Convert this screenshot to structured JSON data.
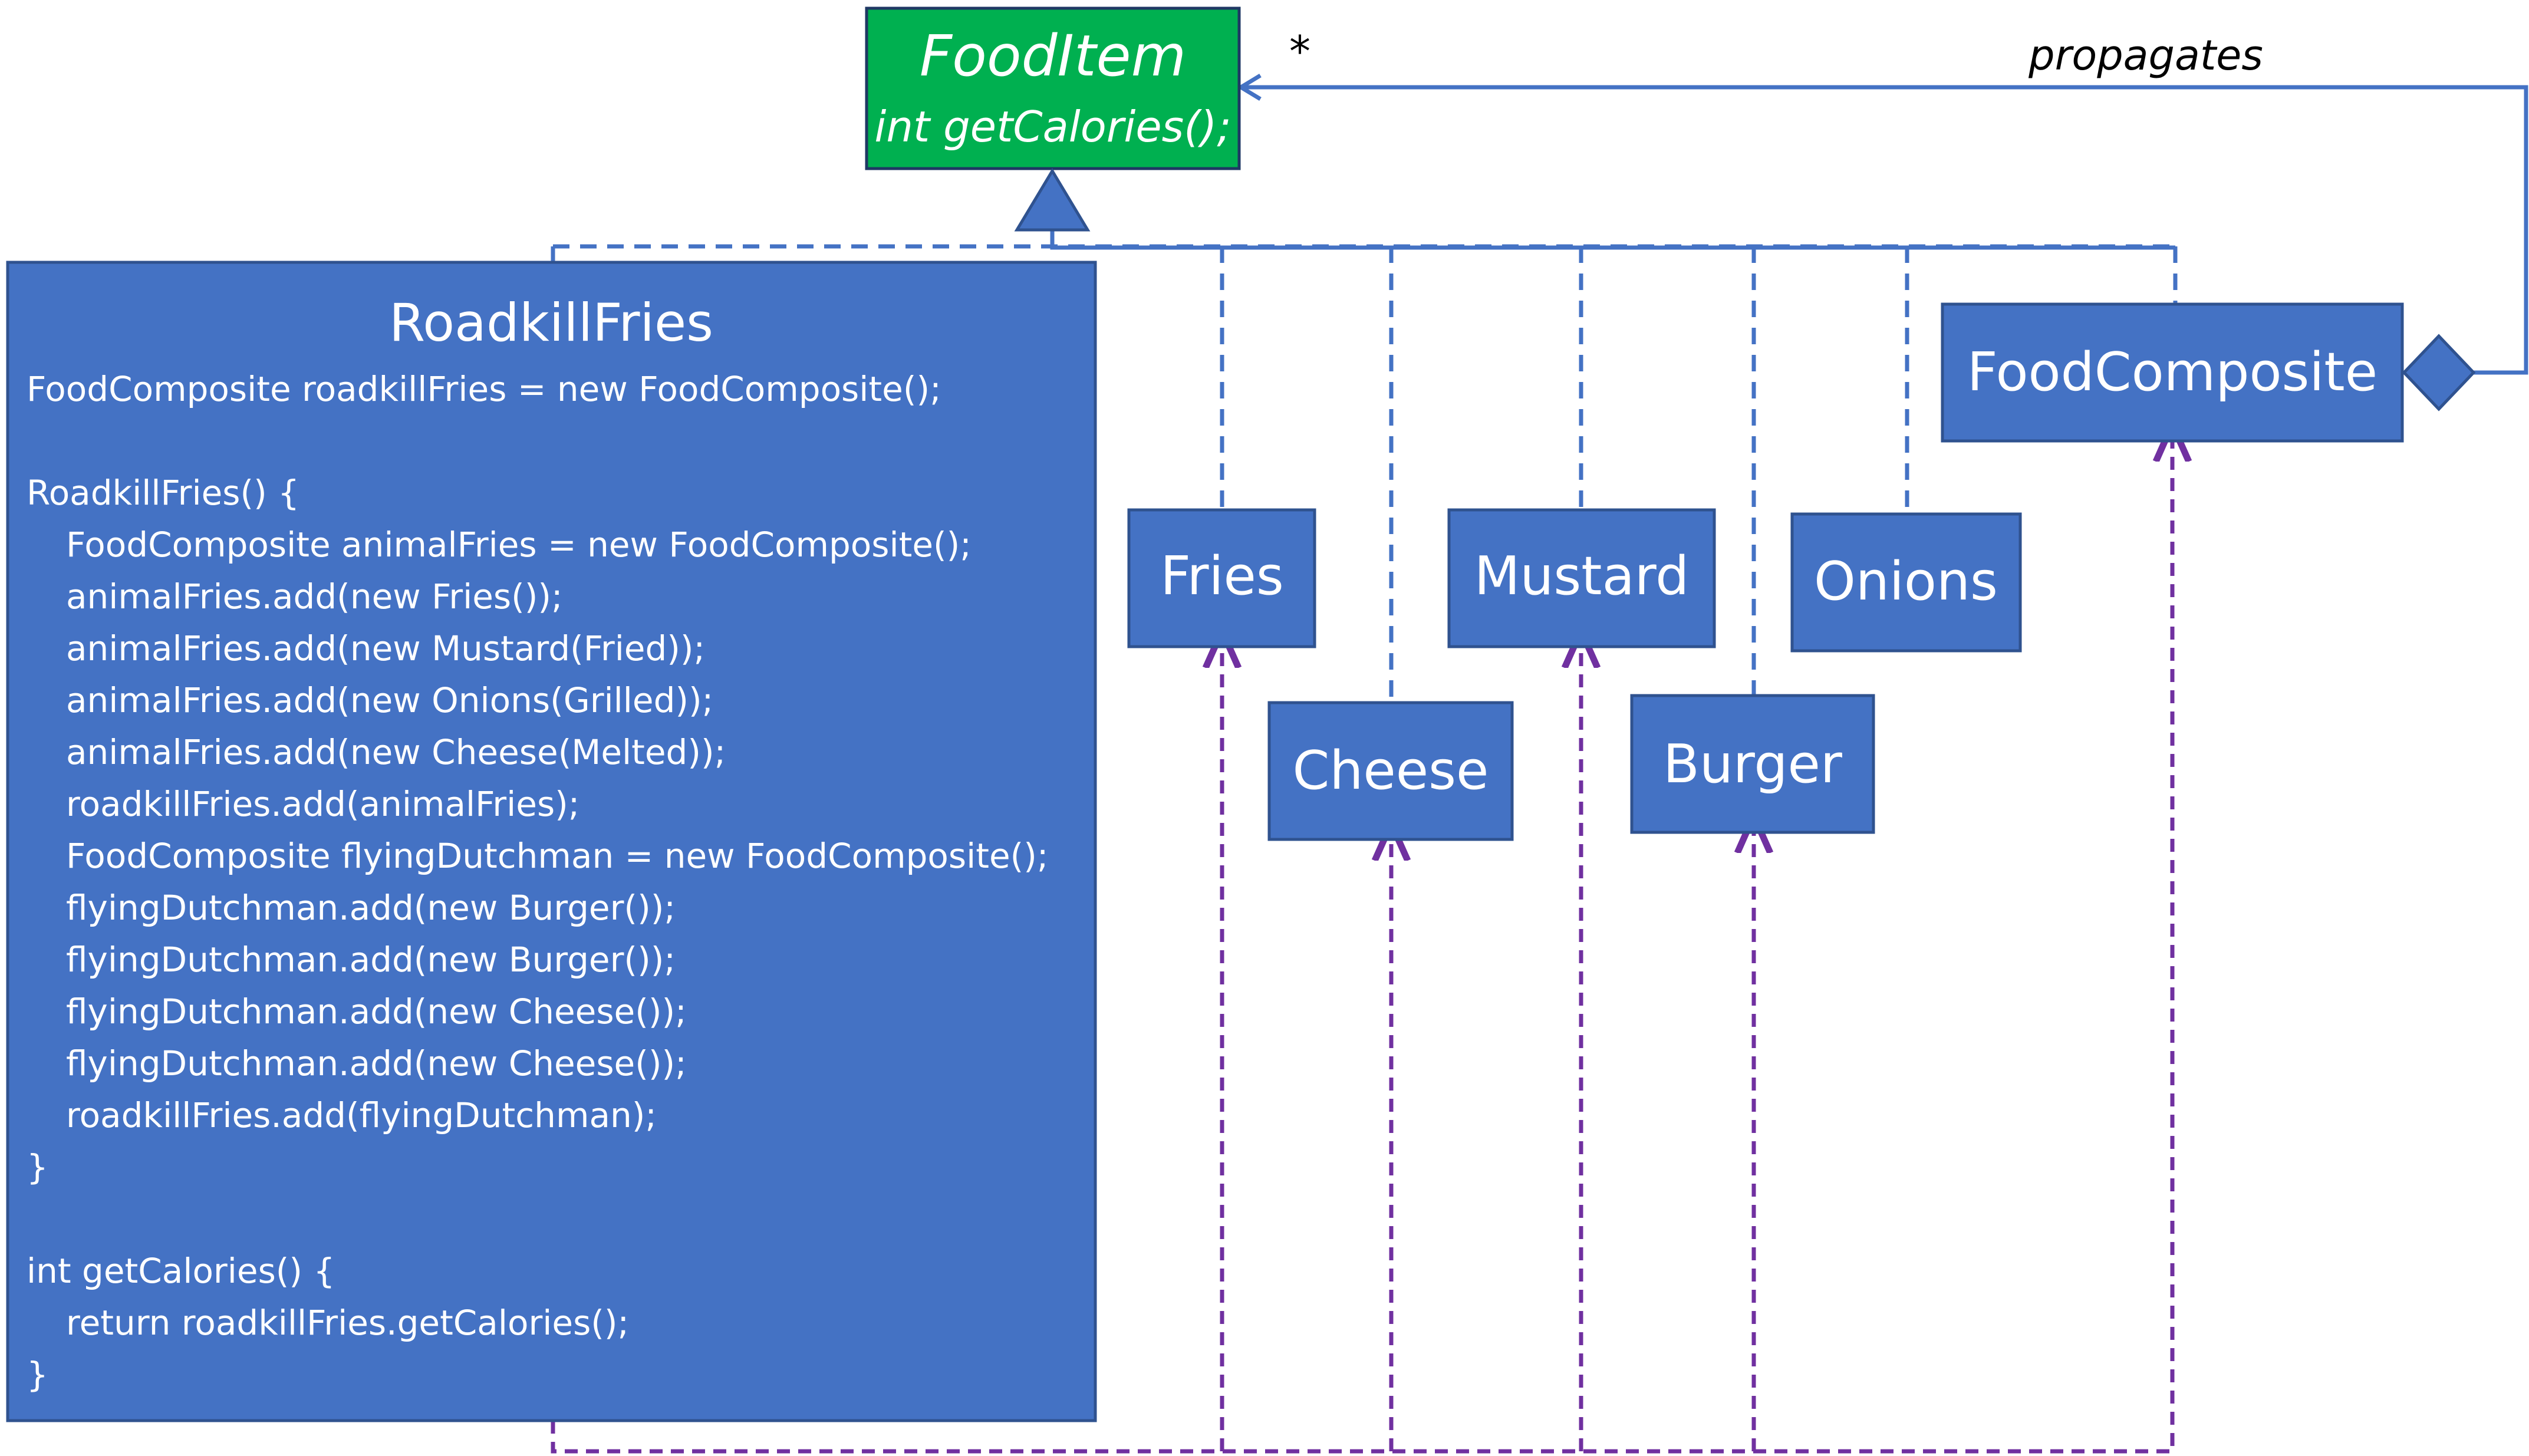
{
  "food_item": {
    "name": "FoodItem",
    "method": "int getCalories();",
    "color": "#00B050"
  },
  "multiplicity": "*",
  "propagates_label": "propagates",
  "roadkill": {
    "title": "RoadkillFries",
    "code_lines": [
      "FoodComposite roadkillFries = new FoodComposite();",
      "",
      "RoadkillFries() {",
      "   FoodComposite animalFries = new FoodComposite();",
      "   animalFries.add(new Fries());",
      "   animalFries.add(new Mustard(Fried));",
      "   animalFries.add(new Onions(Grilled));",
      "   animalFries.add(new Cheese(Melted));",
      "   roadkillFries.add(animalFries);",
      "   FoodComposite flyingDutchman = new FoodComposite();",
      "   flyingDutchman.add(new Burger());",
      "   flyingDutchman.add(new Burger());",
      "   flyingDutchman.add(new Cheese());",
      "   flyingDutchman.add(new Cheese());",
      "   roadkillFries.add(flyingDutchman);",
      "}",
      "",
      "int getCalories() {",
      "   return roadkillFries.getCalories();",
      "}"
    ]
  },
  "classes": {
    "fries": "Fries",
    "cheese": "Cheese",
    "mustard": "Mustard",
    "burger": "Burger",
    "onions": "Onions",
    "food_composite": "FoodComposite"
  },
  "colors": {
    "box_fill": "#4472C4",
    "inheritance_line": "#4472C4",
    "dependency_line": "#7030A0"
  }
}
